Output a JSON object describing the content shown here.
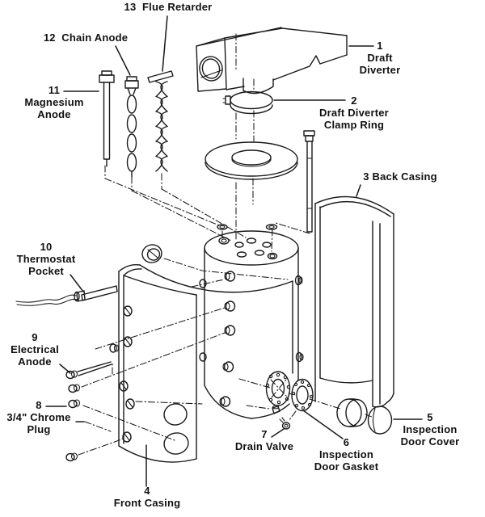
{
  "colors": {
    "ink": "#1a1a1a",
    "paper": "#ffffff"
  },
  "parts": [
    {
      "number": "1",
      "name": "Draft Diverter"
    },
    {
      "number": "2",
      "name": "Draft Diverter Clamp Ring"
    },
    {
      "number": "3",
      "name": "Back Casing"
    },
    {
      "number": "4",
      "name": "Front Casing"
    },
    {
      "number": "5",
      "name": "Inspection Door Cover"
    },
    {
      "number": "6",
      "name": "Inspection Door Gasket"
    },
    {
      "number": "7",
      "name": "Drain Valve"
    },
    {
      "number": "8",
      "name": "3/4\" Chrome Plug"
    },
    {
      "number": "9",
      "name": "Electrical Anode"
    },
    {
      "number": "10",
      "name": "Thermostat Pocket"
    },
    {
      "number": "11",
      "name": "Magnesium Anode"
    },
    {
      "number": "12",
      "name": "Chain Anode"
    },
    {
      "number": "13",
      "name": "Flue Retarder"
    }
  ],
  "labels": [
    {
      "text": "1\nDraft\nDiverter"
    },
    {
      "text": "2\nDraft Diverter\nClamp Ring"
    },
    {
      "text": "3 Back Casing"
    },
    {
      "text": "4\nFront Casing"
    },
    {
      "text": "5\nInspection\nDoor Cover"
    },
    {
      "text": "6\nInspection\nDoor Gasket"
    },
    {
      "text": "7\nDrain Valve"
    },
    {
      "text": "8\n3/4\" Chrome\nPlug"
    },
    {
      "text": "9\nElectrical\nAnode"
    },
    {
      "text": "10\nThermostat\nPocket"
    },
    {
      "text": "11\nMagnesium\nAnode"
    },
    {
      "text": "12  Chain Anode"
    },
    {
      "text": "13  Flue Retarder"
    }
  ]
}
